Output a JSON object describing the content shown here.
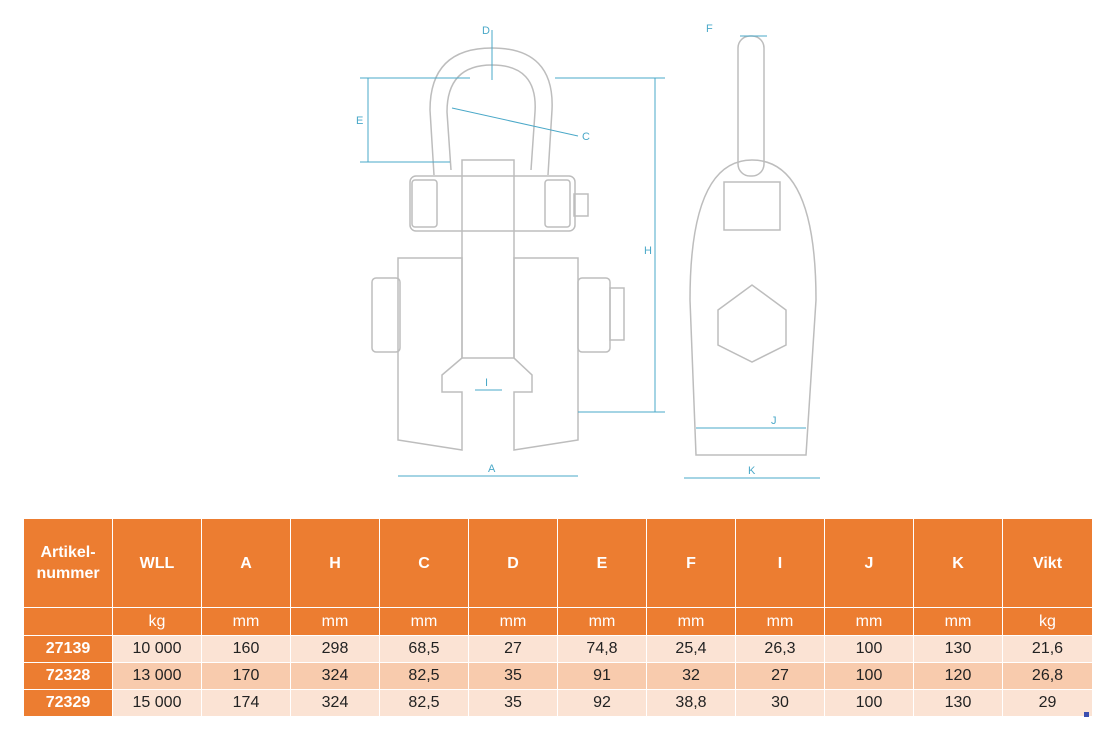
{
  "drawing": {
    "dimension_letters": [
      "D",
      "E",
      "C",
      "H",
      "I",
      "A",
      "F",
      "J",
      "K"
    ],
    "line_color": "#4aa8c8",
    "part_color": "#c9c9c9"
  },
  "table": {
    "header_color": "#ec7d31",
    "row_colors": [
      "#fbe3d4",
      "#f8cbad"
    ],
    "headers": [
      "Artikel-\nnummer",
      "WLL",
      "A",
      "H",
      "C",
      "D",
      "E",
      "F",
      "I",
      "J",
      "K",
      "Vikt"
    ],
    "units": [
      "",
      "kg",
      "mm",
      "mm",
      "mm",
      "mm",
      "mm",
      "mm",
      "mm",
      "mm",
      "mm",
      "kg"
    ],
    "rows": [
      [
        "27139",
        "10 000",
        "160",
        "298",
        "68,5",
        "27",
        "74,8",
        "25,4",
        "26,3",
        "100",
        "130",
        "21,6"
      ],
      [
        "72328",
        "13 000",
        "170",
        "324",
        "82,5",
        "35",
        "91",
        "32",
        "27",
        "100",
        "120",
        "26,8"
      ],
      [
        "72329",
        "15 000",
        "174",
        "324",
        "82,5",
        "35",
        "92",
        "38,8",
        "30",
        "100",
        "130",
        "29"
      ]
    ]
  }
}
